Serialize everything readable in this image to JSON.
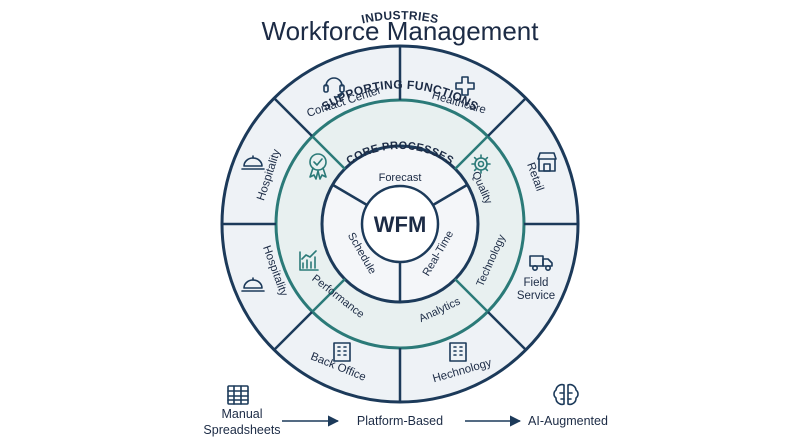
{
  "title": "Workforce Management",
  "colors": {
    "navy": "#1c3a5a",
    "teal": "#2b7a78",
    "fill": "#eef2f6",
    "text": "#1c2b45"
  },
  "diagram": {
    "center": "WFM",
    "rings": {
      "core": "CORE PROCESSES",
      "supporting": "SUPPORTING FUNCTIONS",
      "industries": "INDUSTRIES"
    },
    "core_segments": [
      "Forecast",
      "Real-Time",
      "Schedule"
    ],
    "supporting_segments": [
      "Quality",
      "Technology",
      "Analytics",
      "Performance"
    ],
    "industries": [
      {
        "label": "Contact Center",
        "icon": "headset-icon"
      },
      {
        "label": "Healthcare",
        "icon": "medical-cross-icon"
      },
      {
        "label": "Retail",
        "icon": "storefront-icon"
      },
      {
        "label": "Field Service",
        "icon": "truck-icon"
      },
      {
        "label": "Hechnology",
        "icon": "building-icon"
      },
      {
        "label": "Back Office",
        "icon": "building-icon"
      },
      {
        "label": "Hospitality",
        "icon": "service-bell-icon"
      },
      {
        "label": "Hospitality",
        "icon": "service-bell-icon"
      }
    ]
  },
  "timeline": {
    "steps": [
      {
        "label_line1": "Manual",
        "label_line2": "Spreadsheets",
        "icon": "spreadsheet-icon"
      },
      {
        "label_line1": "Platform-Based"
      },
      {
        "label_line1": "AI-Augmented",
        "icon": "brain-circuit-icon"
      }
    ]
  }
}
